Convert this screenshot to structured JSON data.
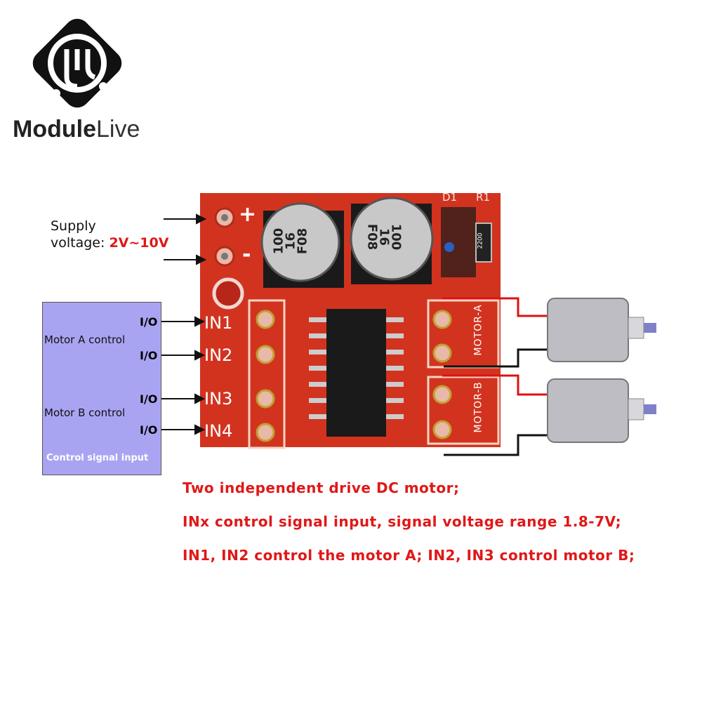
{
  "brand": {
    "name_bold": "Module",
    "name_light": "Live"
  },
  "supply": {
    "line1": "Supply",
    "line2": "voltage:",
    "range": "2V~10V"
  },
  "control_box": {
    "io_labels": [
      "I/O",
      "I/O",
      "I/O",
      "I/O"
    ],
    "motor_a": "Motor A control",
    "motor_b": "Motor B control",
    "footer": "Control signal input"
  },
  "board": {
    "pins": [
      "IN1",
      "IN2",
      "IN3",
      "IN4"
    ],
    "plus": "+",
    "minus": "-",
    "motor_a": "MOTOR-A",
    "motor_b": "MOTOR-B",
    "d1": "D1",
    "r1": "R1",
    "cap1": [
      "100",
      "16",
      "F08"
    ],
    "cap2": [
      "100",
      "16",
      "F08"
    ],
    "resistor": "2200"
  },
  "captions": [
    "Two independent drive DC motor;",
    "INx control signal input, signal voltage range 1.8-7V;",
    "IN1, IN2 control the motor A; IN2, IN3 control motor B;"
  ],
  "colors": {
    "board": "#d2331f",
    "caption": "#e01818",
    "control_box": "#a9a4f2"
  }
}
